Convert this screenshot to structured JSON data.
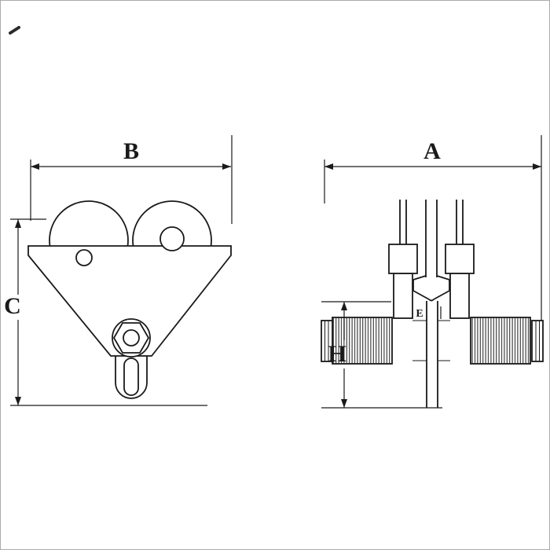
{
  "colors": {
    "line": "#1a1a1a",
    "background": "#ffffff",
    "frame_border": "#ababab"
  },
  "dimension_labels": {
    "A": "A",
    "B": "B",
    "C": "C",
    "E": "E",
    "H": "H"
  }
}
